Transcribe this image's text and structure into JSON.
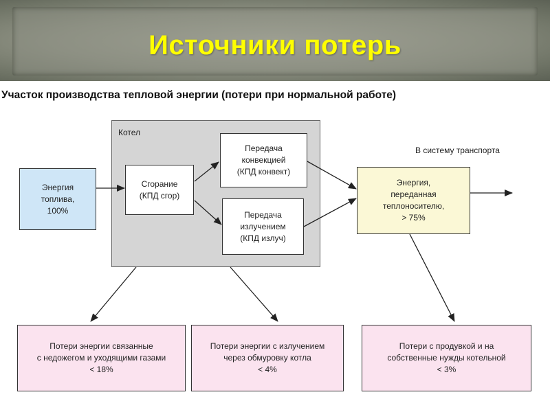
{
  "slide": {
    "title": "Источники потерь",
    "subtitle": "Участок производства тепловой энергии (потери при нормальной работе)",
    "colors": {
      "title": "#ffff00",
      "fuel_box": "#cfe6f7",
      "output_box": "#fbf8d6",
      "loss_box": "#fbe3ef",
      "boiler": "#d5d5d5"
    }
  },
  "diagram": {
    "boiler_label": "Котел",
    "transport_label": "В систему транспорта",
    "fuel": [
      "Энергия",
      "топлива,",
      "100%"
    ],
    "combustion": [
      "Сгорание",
      "(КПД сгор)"
    ],
    "convection": [
      "Передача",
      "конвекцией",
      "(КПД конвект)"
    ],
    "radiation": [
      "Передача",
      "излучением",
      "(КПД излуч)"
    ],
    "output": [
      "Энергия,",
      "переданная",
      "теплоносителю,",
      "> 75%"
    ],
    "losses": [
      [
        "Потери энергии связанные",
        "с недожегом и уходящими газами",
        "< 18%"
      ],
      [
        "Потери энергии с излучением",
        "через обмуровку котла",
        "< 4%"
      ],
      [
        "Потери с продувкой и на",
        "собственные нужды котельной",
        "< 3%"
      ]
    ]
  }
}
